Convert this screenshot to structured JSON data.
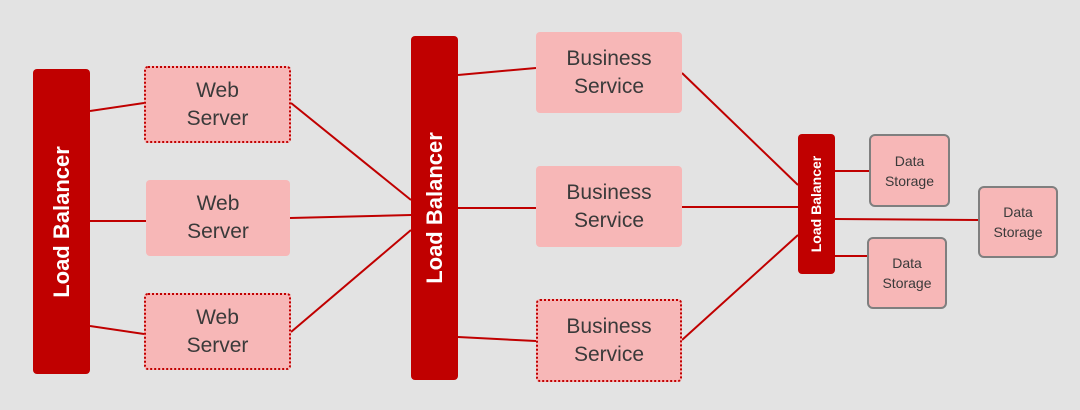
{
  "colors": {
    "background": "#e3e3e3",
    "load_balancer": "#c00000",
    "node_fill": "#f7b7b7",
    "link": "#c00000",
    "storage_border": "#7f7f7f"
  },
  "load_balancers": {
    "lb1": "Load Balancer",
    "lb2": "Load Balancer",
    "lb3": "Load Balancer"
  },
  "web_servers": {
    "ws1": "Web\nServer",
    "ws2": "Web\nServer",
    "ws3": "Web\nServer"
  },
  "business_services": {
    "bs1": "Business\nService",
    "bs2": "Business\nService",
    "bs3": "Business\nService"
  },
  "data_storage": {
    "ds1": "Data\nStorage",
    "ds2": "Data\nStorage",
    "ds3": "Data\nStorage"
  }
}
